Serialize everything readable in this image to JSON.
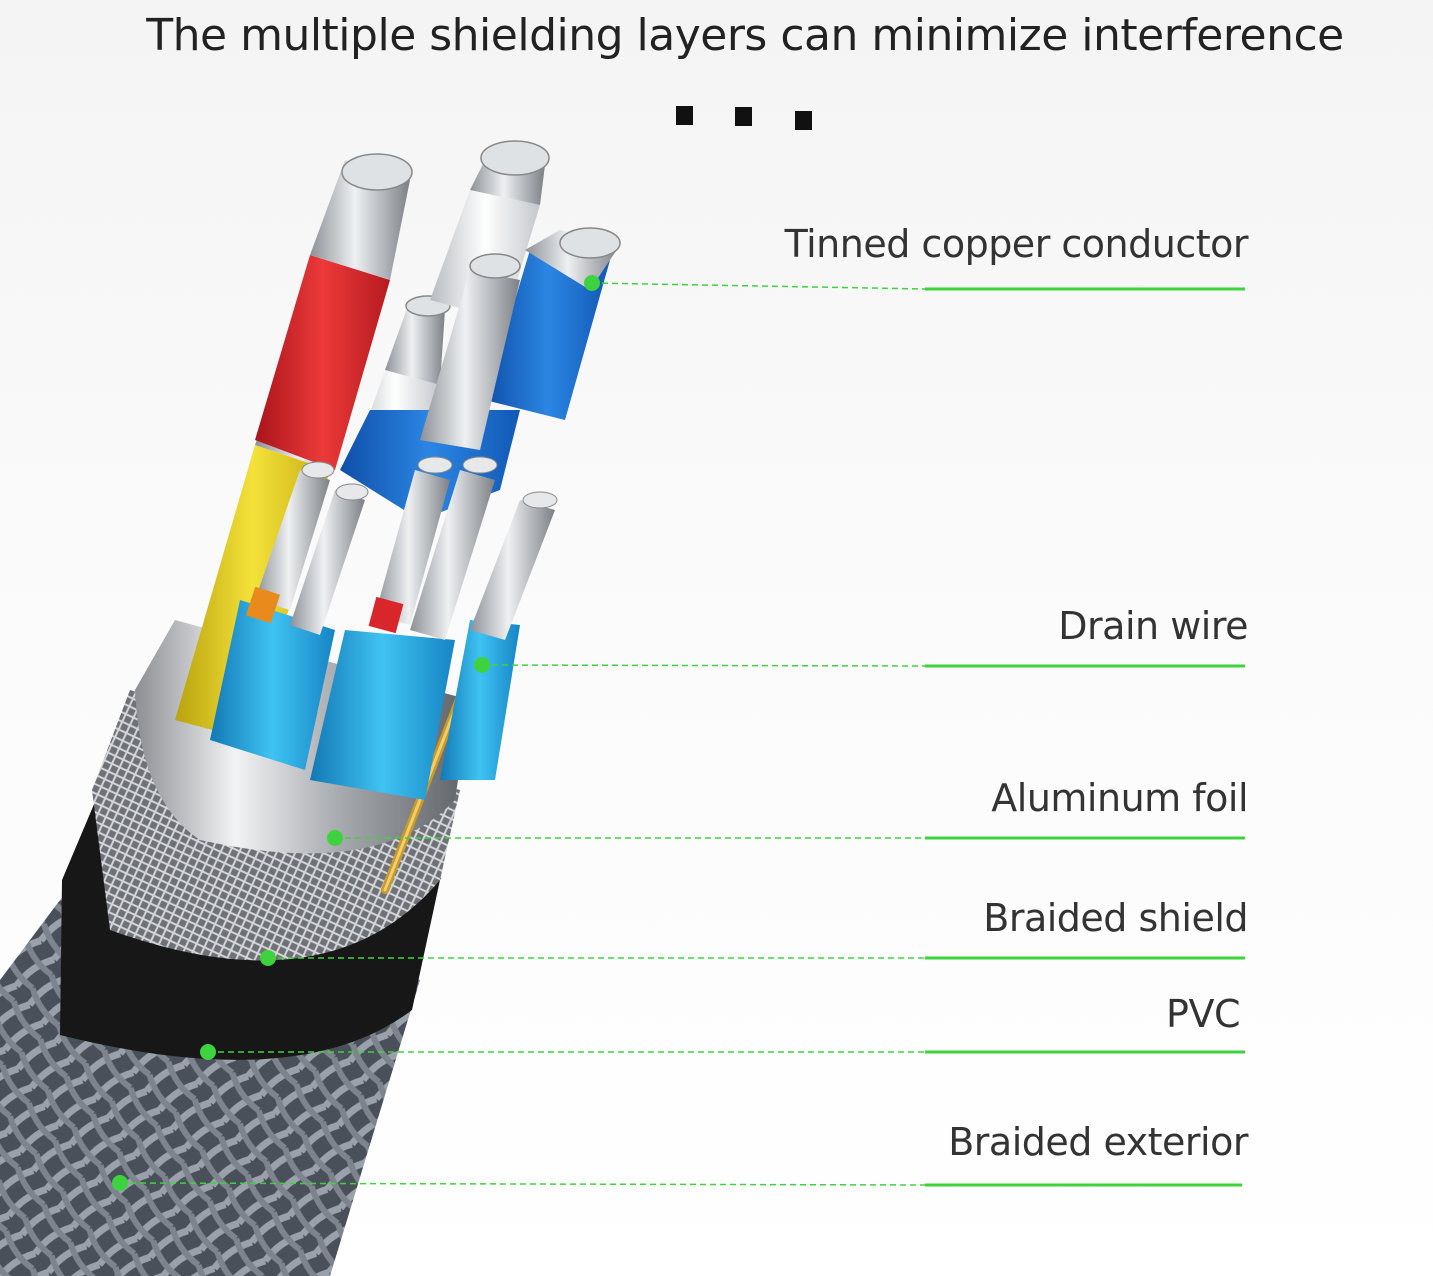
{
  "headline": "The multiple shielding layers can minimize interference",
  "labels": {
    "conductor": "Tinned copper conductor",
    "drain": "Drain wire",
    "foil": "Aluminum foil",
    "shield": "Braided shield",
    "pvc": "PVC",
    "exterior": "Braided exterior"
  },
  "colors": {
    "accent_green": "#3ed33e",
    "wire_red": "#d9262a",
    "wire_yellow": "#e8d21e",
    "wire_blue": "#1e6fd0",
    "wire_cyan": "#29aee6",
    "jacket_black": "#151515",
    "braid_gray": "#5f6670"
  }
}
